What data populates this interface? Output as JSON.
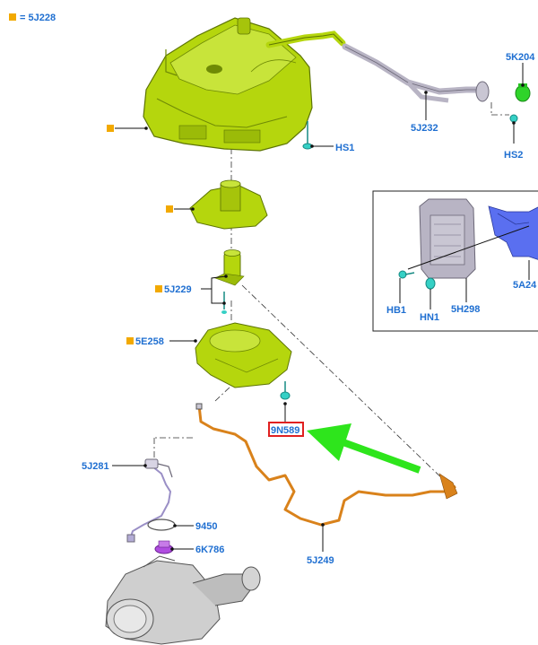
{
  "legend": {
    "label": "= 5J228",
    "color": "#f2a900"
  },
  "labels": {
    "hs1": "HS1",
    "p5j232": "5J232",
    "p5k204": "5K204",
    "hs2": "HS2",
    "p5j229": "5J229",
    "p5e258": "5E258",
    "p9n589": "9N589",
    "p5j281": "5J281",
    "p9450": "9450",
    "p6k786": "6K786",
    "p5j249": "5J249"
  },
  "inset_labels": {
    "hb1": "HB1",
    "hn1": "HN1",
    "p5h298": "5H298",
    "p5a24": "5A24"
  },
  "colors": {
    "label_text": "#1f6fd1",
    "tank_green": "#b5d60d",
    "tank_dark": "#6f8a05",
    "hose_orange": "#d9821b",
    "bracket_blue": "#5a6ff0",
    "module_gray": "#b8b4c4",
    "fastener_cyan": "#35d0c5",
    "highlight_red": "#e02020",
    "arrow_green": "#2ee51c",
    "marker_orange": "#f2a900"
  }
}
